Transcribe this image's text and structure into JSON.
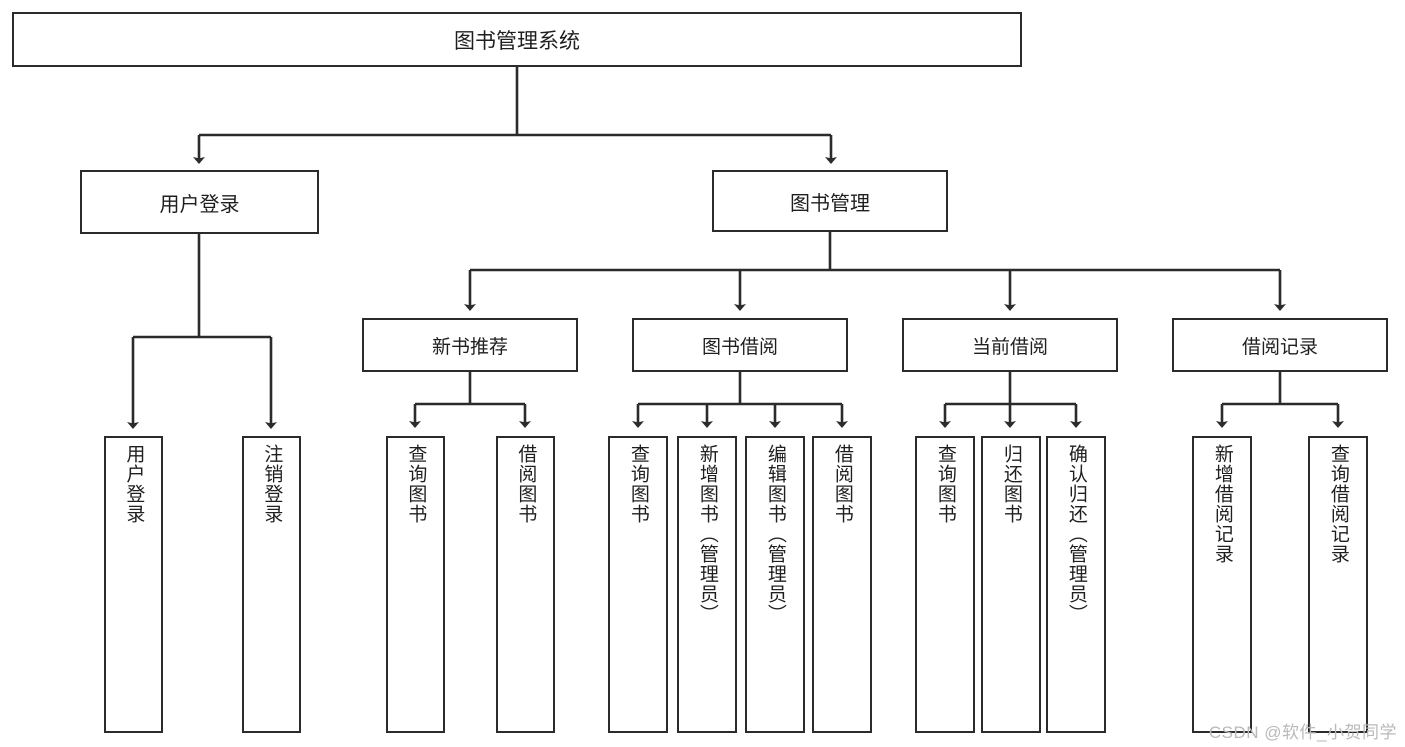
{
  "diagram": {
    "title": "图书管理系统",
    "root": {
      "label": "图书管理系统"
    },
    "level1": [
      {
        "label": "用户登录"
      },
      {
        "label": "图书管理"
      }
    ],
    "level2": [
      {
        "label": "新书推荐"
      },
      {
        "label": "图书借阅"
      },
      {
        "label": "当前借阅"
      },
      {
        "label": "借阅记录"
      }
    ],
    "leaves": {
      "user_login": [
        {
          "label": "用户登录"
        },
        {
          "label": "注销登录"
        }
      ],
      "new_book": [
        {
          "label": "查询图书"
        },
        {
          "label": "借阅图书"
        }
      ],
      "borrow_book": [
        {
          "label": "查询图书"
        },
        {
          "label": "新增图书（管理员）"
        },
        {
          "label": "编辑图书（管理员）"
        },
        {
          "label": "借阅图书"
        }
      ],
      "current_borrow": [
        {
          "label": "查询图书"
        },
        {
          "label": "归还图书"
        },
        {
          "label": "确认归还（管理员）"
        }
      ],
      "borrow_record": [
        {
          "label": "新增借阅记录"
        },
        {
          "label": "查询借阅记录"
        }
      ]
    }
  },
  "watermark": {
    "text": "CSDN @软件_小贺同学"
  },
  "colors": {
    "border": "#2b2b2b",
    "background": "#ffffff",
    "text": "#1f1f1f",
    "watermark": "#b9b9b9"
  }
}
